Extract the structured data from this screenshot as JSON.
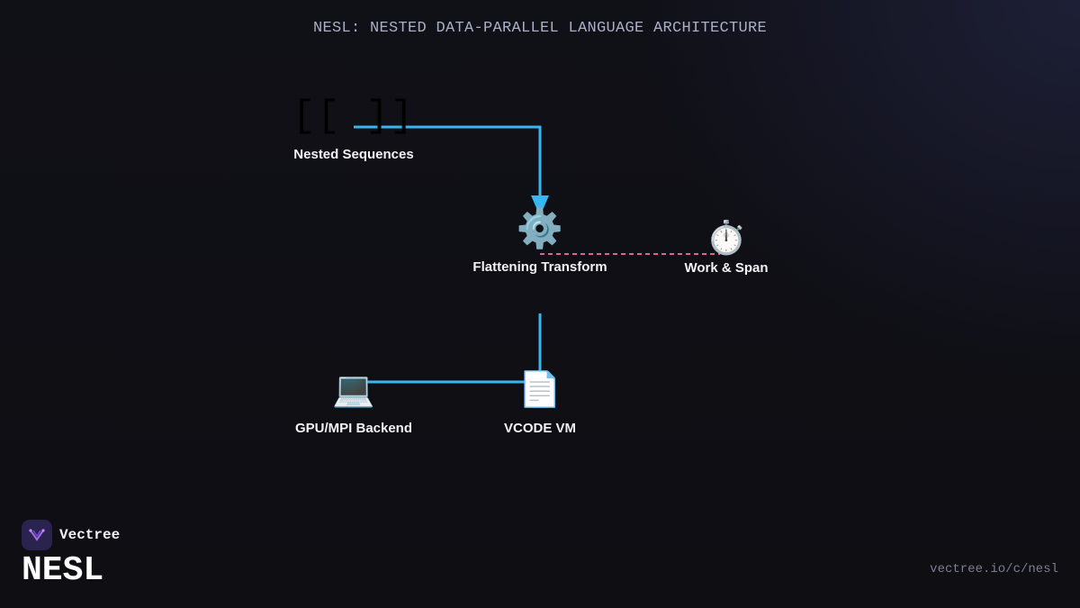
{
  "title": "NESL: NESTED DATA-PARALLEL LANGUAGE ARCHITECTURE",
  "colors": {
    "edge": "#38b6f0",
    "dashed_edge": "#e0609a",
    "background": "#0f0f14"
  },
  "nodes": [
    {
      "id": "nested",
      "label": "Nested Sequences",
      "icon": "[[ ]]",
      "icon_name": "brackets-icon"
    },
    {
      "id": "flatten",
      "label": "Flattening Transform",
      "icon": "⚙️",
      "icon_name": "gear-icon"
    },
    {
      "id": "workspan",
      "label": "Work & Span",
      "icon": "⏱️",
      "icon_name": "stopwatch-icon"
    },
    {
      "id": "backend",
      "label": "GPU/MPI Backend",
      "icon": "💻",
      "icon_name": "laptop-icon"
    },
    {
      "id": "vcode",
      "label": "VCODE VM",
      "icon": "📄",
      "icon_name": "document-icon"
    }
  ],
  "edges": [
    {
      "from": "nested",
      "to": "flatten",
      "style": "solid",
      "arrow": true
    },
    {
      "from": "flatten",
      "to": "workspan",
      "style": "dashed",
      "arrow": false
    },
    {
      "from": "flatten",
      "to": "vcode",
      "style": "solid",
      "arrow": false
    },
    {
      "from": "vcode",
      "to": "backend",
      "style": "solid",
      "arrow": false
    }
  ],
  "brand": {
    "name": "Vectree",
    "product": "NESL",
    "url": "vectree.io/c/nesl"
  }
}
